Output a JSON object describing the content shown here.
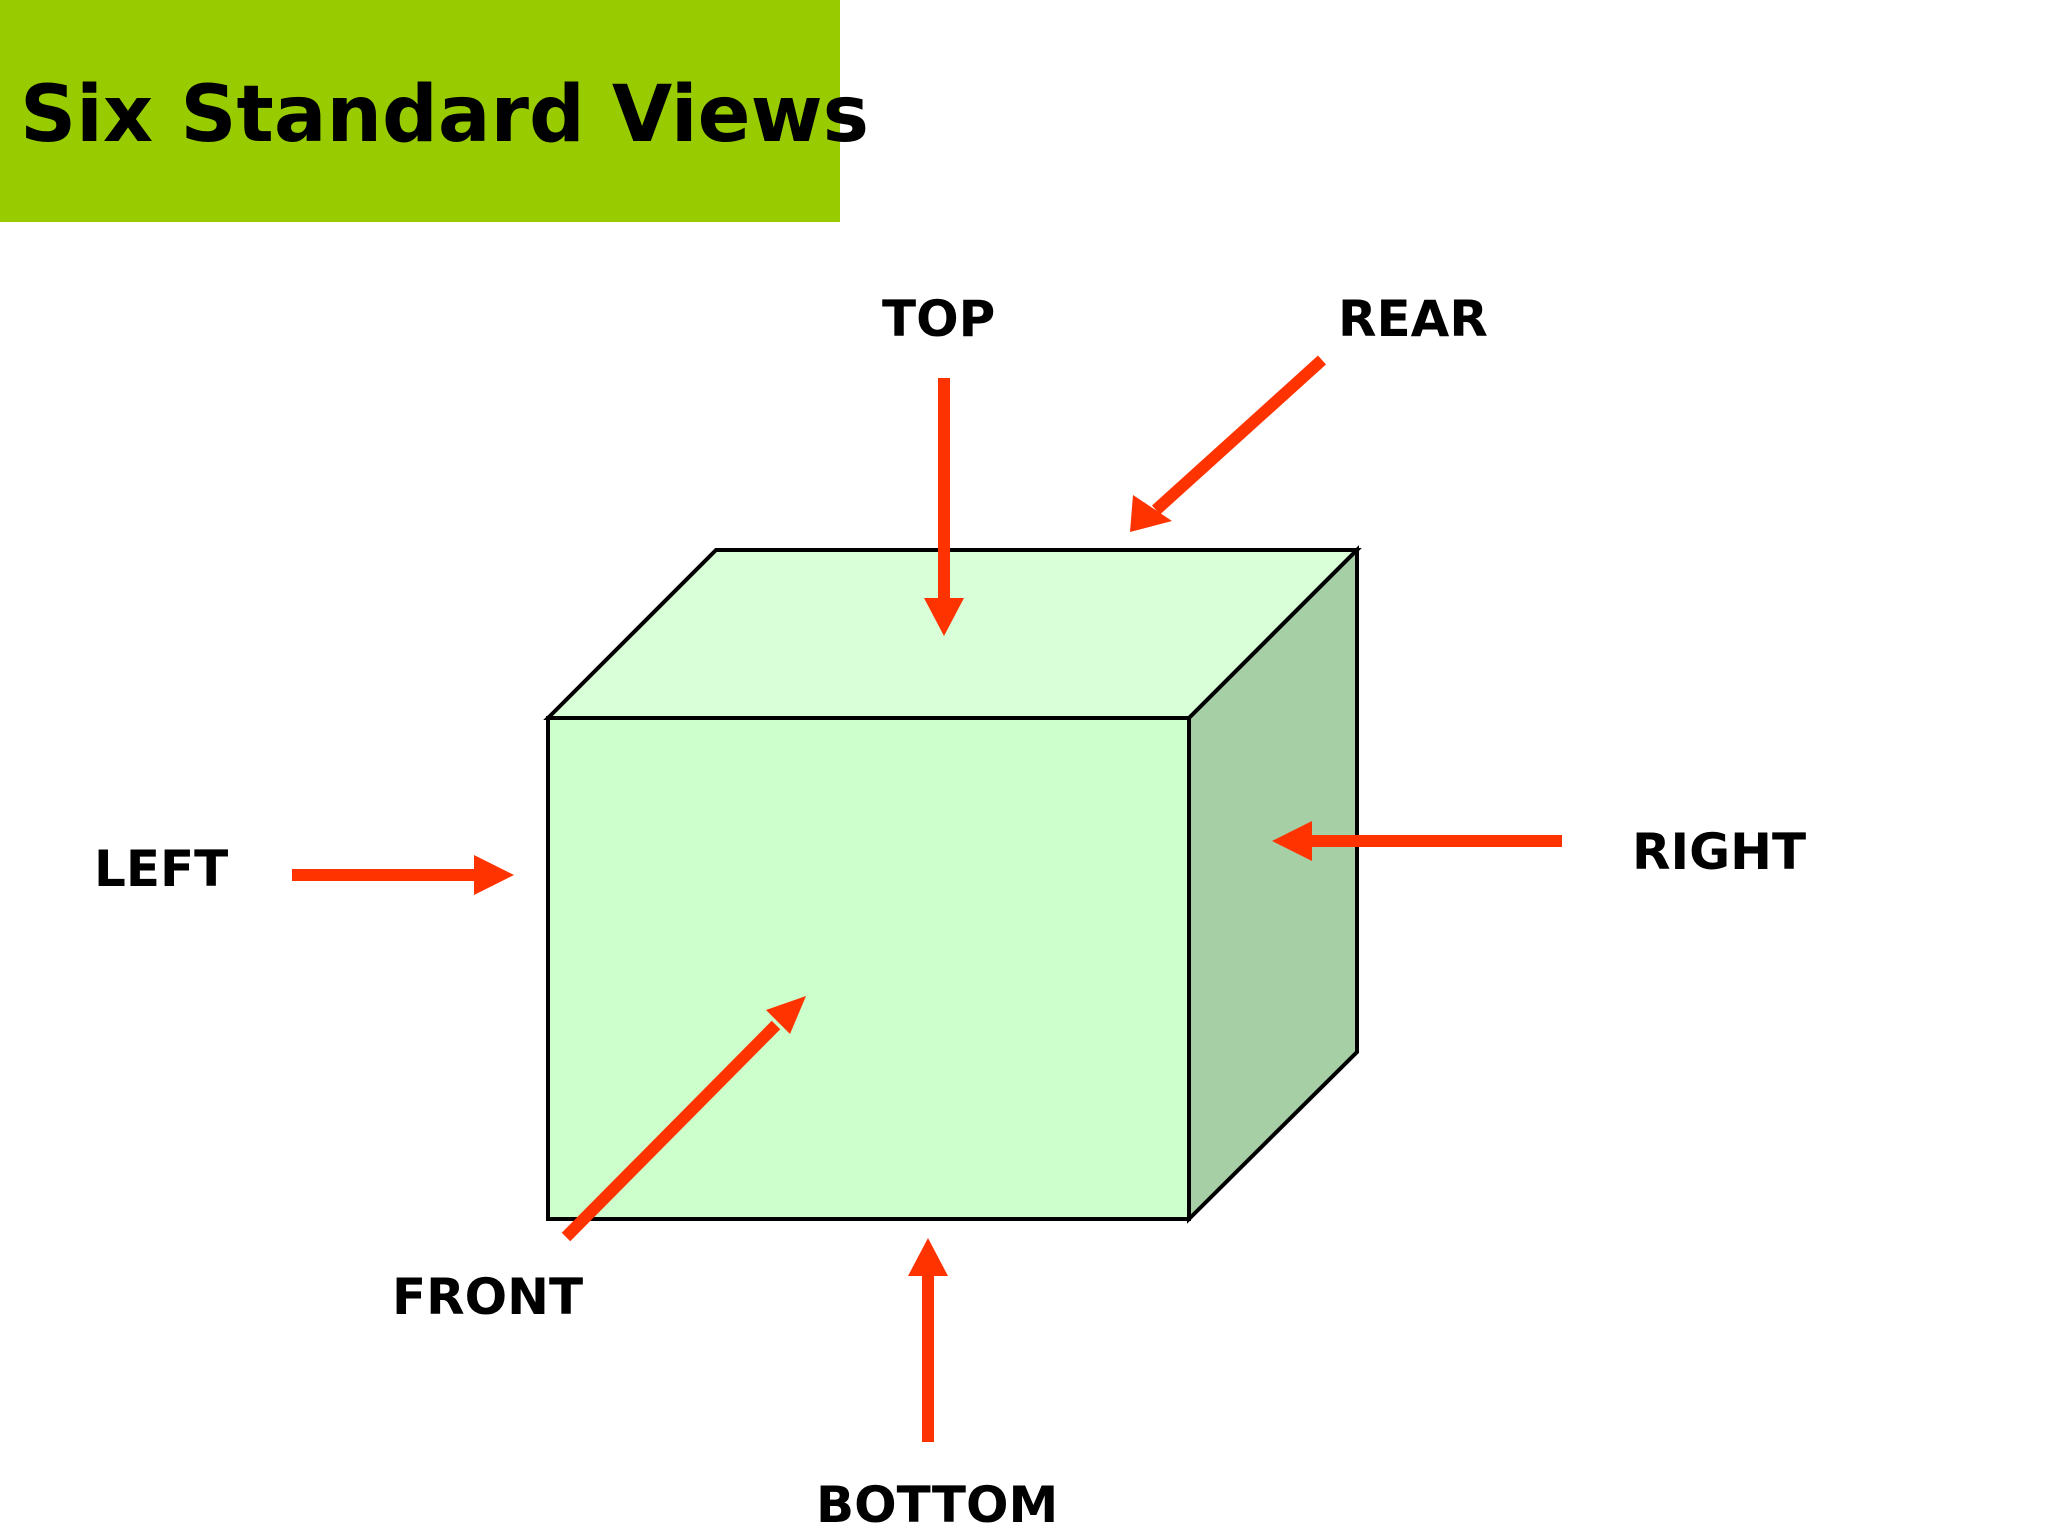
{
  "title": "Six Standard Views",
  "colors": {
    "banner": "#99cc00",
    "arrow": "#ff3300",
    "front_face": "#ccffcc",
    "top_face": "#d9ffd9",
    "side_face": "#a6cfa6",
    "outline": "#000000"
  },
  "labels": {
    "top": "TOP",
    "rear": "REAR",
    "left": "LEFT",
    "right": "RIGHT",
    "front": "FRONT",
    "bottom": "BOTTOM"
  }
}
